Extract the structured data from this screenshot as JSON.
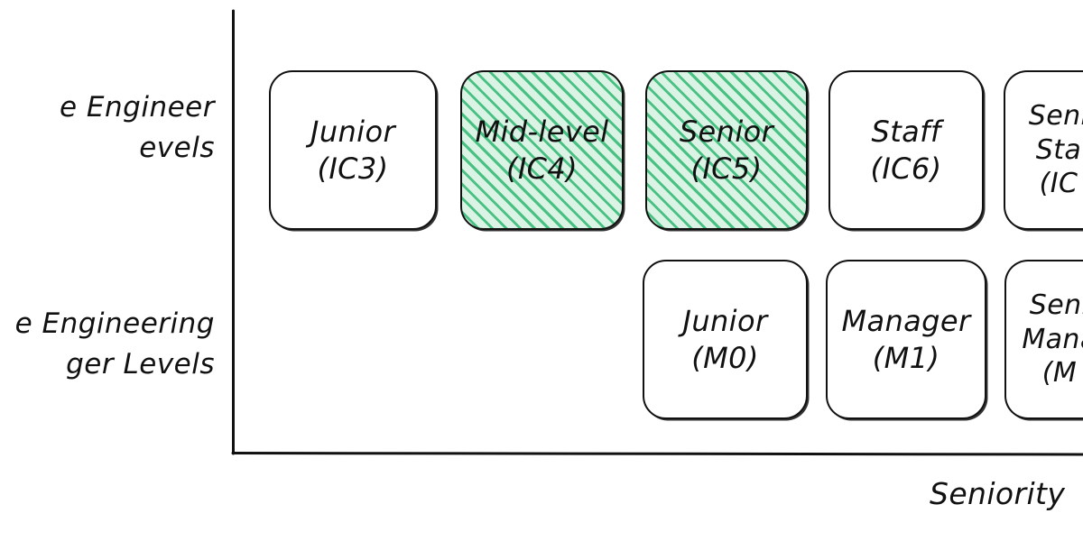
{
  "diagram": {
    "title_visible": false,
    "background_color": "#ffffff",
    "ink_color": "#111111",
    "highlight_color": "#49c183",
    "highlight_fill": "#eefaf2"
  },
  "axes": {
    "x_axis_label": "Seniority",
    "x_axis_label_clipped": true,
    "y_axis_line": "vertical-axis",
    "x_axis_line": "horizontal-axis"
  },
  "rows": [
    {
      "id": "ic-row",
      "label_lines": [
        "e Engineer",
        "evels"
      ],
      "label_clipped_left": true,
      "boxes": [
        {
          "id": "ic3",
          "lines": [
            "Junior",
            "(IC3)"
          ],
          "highlighted": false,
          "clipped": false
        },
        {
          "id": "ic4",
          "lines": [
            "Mid-level",
            "(IC4)"
          ],
          "highlighted": true,
          "clipped": false
        },
        {
          "id": "ic5",
          "lines": [
            "Senior",
            "(IC5)"
          ],
          "highlighted": true,
          "clipped": false
        },
        {
          "id": "ic6",
          "lines": [
            "Staff",
            "(IC6)"
          ],
          "highlighted": false,
          "clipped": false
        },
        {
          "id": "ic7",
          "lines": [
            "Seni",
            "Sta",
            "(IC"
          ],
          "highlighted": false,
          "clipped": true
        }
      ]
    },
    {
      "id": "manager-row",
      "label_lines": [
        "e Engineering",
        "ger Levels"
      ],
      "label_clipped_left": true,
      "boxes": [
        {
          "id": "m0",
          "lines": [
            "Junior",
            "(M0)"
          ],
          "highlighted": false,
          "clipped": false
        },
        {
          "id": "m1",
          "lines": [
            "Manager",
            "(M1)"
          ],
          "highlighted": false,
          "clipped": false
        },
        {
          "id": "m2",
          "lines": [
            "Seni",
            "Mana",
            "(M"
          ],
          "highlighted": false,
          "clipped": true
        }
      ]
    }
  ]
}
